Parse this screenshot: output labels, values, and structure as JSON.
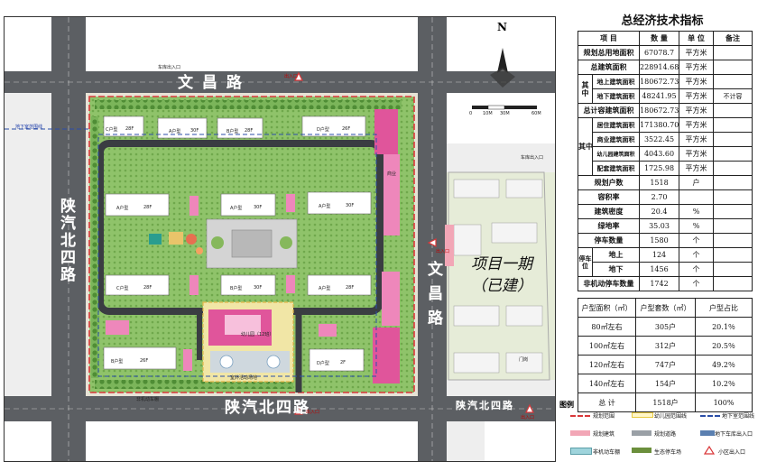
{
  "plan": {
    "roads": {
      "north": "文 昌 路",
      "south": "陕汽北四路",
      "south_right": "陕汽北四路",
      "west": "陕汽北四路",
      "east": "文 昌 路"
    },
    "phase_one_label": "项目一期\n（已建）",
    "labels": {
      "underground_scope": "地下室范围线",
      "north_entrance": "出入口",
      "south_entrance": "出入口",
      "east_entrance": "出入口",
      "se_entrance": "出入口",
      "phase_gate": "门岗",
      "kindergarten": "幼儿园（12班）",
      "kg_yard": "室外活动场地",
      "garage_ramp_1": "车库出入口",
      "garage_ramp_2": "车库出入口",
      "bike_shed": "非机动车棚",
      "commercial": "商业",
      "building_types": [
        "A户型",
        "B户型",
        "C户型",
        "D户型"
      ],
      "floors": [
        "28F",
        "30F",
        "26F",
        "2F"
      ]
    },
    "compass_north": "N",
    "scale_labels": [
      "0",
      "10M",
      "30M",
      "60M"
    ]
  },
  "panel": {
    "title": "总经济技术指标",
    "t1_header": [
      "项  目",
      "数  量",
      "单  位",
      "备注"
    ],
    "rows": {
      "total_land": {
        "label": "规划总用地面积",
        "value": "67078.7",
        "unit": "平方米"
      },
      "total_floor": {
        "label": "总建筑面积",
        "value": "228914.68",
        "unit": "平方米"
      },
      "of_which": "其中",
      "above_ground": {
        "label": "地上建筑面积",
        "value": "180672.73",
        "unit": "平方米"
      },
      "underground": {
        "label": "地下建筑面积",
        "value": "48241.95",
        "unit": "平方米",
        "note": "不计容"
      },
      "far_area": {
        "label": "总计容建筑面积",
        "value": "180672.73",
        "unit": "平方米"
      },
      "residential": {
        "label": "居住建筑面积",
        "value": "171380.70",
        "unit": "平方米"
      },
      "commercial": {
        "label": "商业建筑面积",
        "value": "3522.45",
        "unit": "平方米"
      },
      "kindergarten": {
        "label": "幼儿园建筑面积",
        "value": "4043.60",
        "unit": "平方米"
      },
      "supporting": {
        "label": "配套建筑面积",
        "value": "1725.98",
        "unit": "平方米"
      },
      "households": {
        "label": "规划户数",
        "value": "1518",
        "unit": "户"
      },
      "far": {
        "label": "容积率",
        "value": "2.70",
        "unit": ""
      },
      "density": {
        "label": "建筑密度",
        "value": "20.4",
        "unit": "%"
      },
      "green": {
        "label": "绿地率",
        "value": "35.03",
        "unit": "%"
      },
      "parking": {
        "label": "停车数量",
        "value": "1580",
        "unit": "个"
      },
      "parking_spaces": "停车位",
      "parking_above": {
        "label": "地上",
        "value": "124",
        "unit": "个"
      },
      "parking_below": {
        "label": "地下",
        "value": "1456",
        "unit": "个"
      },
      "bikes": {
        "label": "非机动停车数量",
        "value": "1742",
        "unit": "个"
      }
    },
    "t2_header": [
      "户型面积（㎡）",
      "户型套数（㎡）",
      "户型占比"
    ],
    "t2_rows": [
      [
        "80㎡左右",
        "305户",
        "20.1％"
      ],
      [
        "100㎡左右",
        "312户",
        "20.5％"
      ],
      [
        "120㎡左右",
        "747户",
        "49.2％"
      ],
      [
        "140㎡左右",
        "154户",
        "10.2％"
      ],
      [
        "总  计",
        "1518户",
        "100%"
      ]
    ],
    "legend_title": "图例",
    "legend": [
      {
        "label": "规划范围",
        "color": "#d9383a"
      },
      {
        "label": "幼儿园范围线",
        "color": "#e8c940"
      },
      {
        "label": "地下室范围线",
        "color": "#2b4ea8"
      },
      {
        "label": "规划建筑",
        "color": "#f2a6b6"
      },
      {
        "label": "规划道路",
        "color": "#9aa0a6"
      },
      {
        "label": "地下车库出入口",
        "color": "#5a7fb0"
      },
      {
        "label": "非机动车棚",
        "color": "#9fd4dc"
      },
      {
        "label": "生态停车场",
        "color": "#6b8f3c"
      },
      {
        "label": "小区出入口",
        "color": "#d9383a"
      }
    ]
  }
}
